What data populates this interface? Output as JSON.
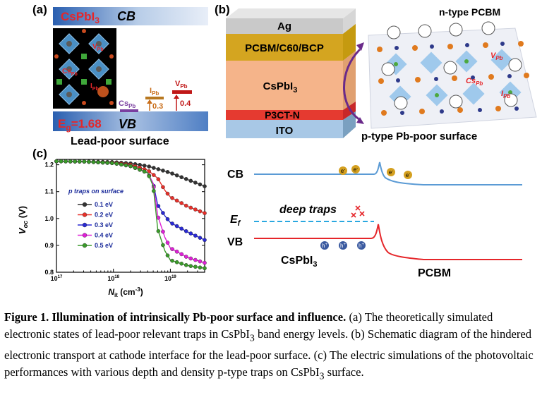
{
  "panel_a": {
    "label": "(a)",
    "material": "CsPbI",
    "material_sub": "3",
    "cb": "CB",
    "vb": "VB",
    "eg_prefix": "E",
    "eg_sub": "g",
    "eg_value": "=1.68",
    "surface": "Lead-poor surface",
    "crystal_labels": [
      "V",
      "Cs",
      "I"
    ],
    "crystal_label_subs": [
      "Pb",
      "Pb",
      "Pb"
    ],
    "levels": [
      {
        "main": "Cs",
        "sub": "Pb",
        "value": ""
      },
      {
        "main": "I",
        "sub": "Pb",
        "value": "0.3"
      },
      {
        "main": "V",
        "sub": "Pb",
        "value": "0.4"
      }
    ]
  },
  "panel_b": {
    "label": "(b)",
    "layers": [
      "Ag",
      "PCBM/C60/BCP",
      "CsPbI",
      "P3CT-N",
      "ITO"
    ],
    "layer3_sub": "3",
    "top_label": "n-type PCBM",
    "bottom_label": "p-type Pb-poor surface",
    "zoom_labels": [
      "V",
      "Cs",
      "I"
    ],
    "zoom_subs": [
      "Pb",
      "Pb",
      "Pb"
    ]
  },
  "panel_c": {
    "label": "(c)",
    "legend_title": "p traps on surface",
    "ylabel_main": "V",
    "ylabel_sub": "oc",
    "ylabel_unit": " (V)",
    "xlabel_main": "N",
    "xlabel_sub": "it",
    "xlabel_unit": " (cm",
    "xlabel_exp": "-3",
    "xlabel_close": ")",
    "ytick_labels": [
      "1.2",
      "1.1",
      "1.0",
      "0.9",
      "0.8"
    ],
    "xtick_labels": [
      {
        "base": "10",
        "exp": "17"
      },
      {
        "base": "10",
        "exp": "18"
      },
      {
        "base": "10",
        "exp": "19"
      }
    ]
  },
  "chart_data": {
    "type": "line",
    "title": "",
    "legend_title": "p traps on surface",
    "xlabel": "N_it (cm^-3)",
    "ylabel": "V_oc (V)",
    "xscale": "log",
    "xlim": [
      1e+17,
      4e+19
    ],
    "ylim": [
      0.8,
      1.22
    ],
    "legend_position": "center-left",
    "series": [
      {
        "name": "0.1 eV",
        "color": "#333333",
        "x": [
          1e+17,
          3e+17,
          1e+18,
          2e+18,
          4e+18,
          7e+18,
          1e+19,
          2e+19,
          4e+19
        ],
        "y": [
          1.213,
          1.212,
          1.21,
          1.205,
          1.195,
          1.18,
          1.17,
          1.145,
          1.12
        ]
      },
      {
        "name": "0.2 eV",
        "color": "#e8302a",
        "x": [
          1e+17,
          3e+17,
          1e+18,
          2e+18,
          4e+18,
          6e+18,
          8e+18,
          1e+19,
          2e+19,
          4e+19
        ],
        "y": [
          1.213,
          1.212,
          1.208,
          1.2,
          1.18,
          1.15,
          1.105,
          1.08,
          1.045,
          1.02
        ]
      },
      {
        "name": "0.3 eV",
        "color": "#2a2ad4",
        "x": [
          1e+17,
          3e+17,
          1e+18,
          2e+18,
          4e+18,
          5e+18,
          6e+18,
          8e+18,
          1e+19,
          2e+19,
          4e+19
        ],
        "y": [
          1.213,
          1.212,
          1.206,
          1.195,
          1.17,
          1.13,
          1.05,
          1.01,
          0.985,
          0.95,
          0.92
        ]
      },
      {
        "name": "0.4 eV",
        "color": "#e020d8",
        "x": [
          1e+17,
          3e+17,
          1e+18,
          2e+18,
          4e+18,
          5e+18,
          6e+18,
          8e+18,
          1e+19,
          2e+19,
          4e+19
        ],
        "y": [
          1.213,
          1.212,
          1.206,
          1.195,
          1.17,
          1.13,
          1.01,
          0.93,
          0.89,
          0.855,
          0.835
        ]
      },
      {
        "name": "0.5 eV",
        "color": "#3a9a2a",
        "x": [
          1e+17,
          3e+17,
          1e+18,
          2e+18,
          4e+18,
          5e+18,
          6e+18,
          8e+18,
          1e+19,
          2e+19,
          4e+19
        ],
        "y": [
          1.213,
          1.212,
          1.206,
          1.195,
          1.17,
          1.12,
          0.96,
          0.88,
          0.845,
          0.825,
          0.815
        ]
      }
    ]
  },
  "panel_d": {
    "cb": "CB",
    "vb": "VB",
    "ef_main": "E",
    "ef_sub": "f",
    "deep_traps": "deep traps",
    "left_material": "CsPbI",
    "left_material_sub": "3",
    "right_material": "PCBM",
    "electron_symbol": "e",
    "electron_sup": "-",
    "hole_symbol": "h",
    "hole_sup": "+"
  },
  "caption": {
    "bold": "Figure 1. Illumination of intrinsically Pb-poor surface and influence.",
    "t1": " (a) The theoretically simulated electronic states of lead-poor relevant traps in CsPbI",
    "s1": "3",
    "t2": " band energy levels. (b) Schematic diagram of the hindered electronic transport at cathode interface for the lead-poor surface. (c) The electric simulations of the photovoltaic performances with various depth and density p-type traps on CsPbI",
    "s2": "3",
    "t3": " surface."
  }
}
